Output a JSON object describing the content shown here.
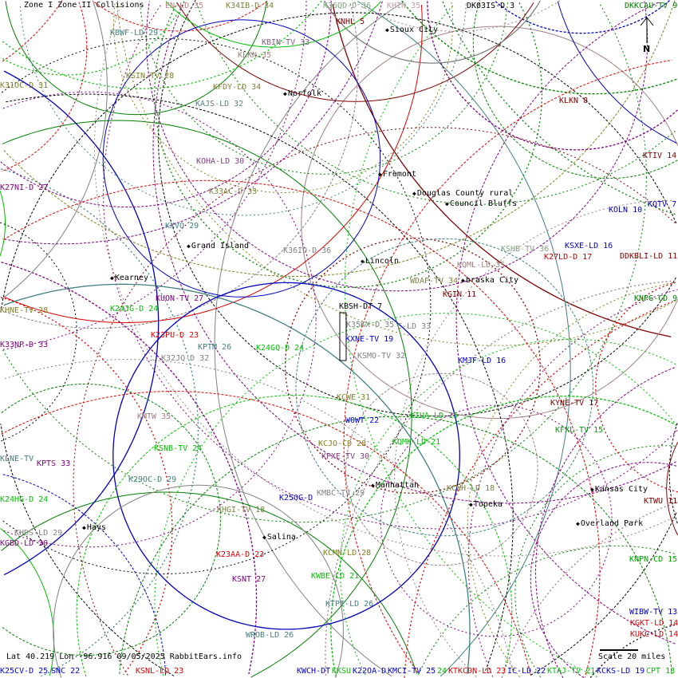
{
  "header": {
    "zone_i": "Zone I",
    "zone_ii": "Zone II Collisions"
  },
  "footer": {
    "coords": "Lat 40.219 Lon -96.916 09/05/2025 RabbitEars.info",
    "scale": "Scale 20 miles"
  },
  "north_label": "N",
  "labels": [
    {
      "text": "EN-LD 35",
      "color": "#c08080"
    },
    {
      "text": "K34IB-D 34",
      "color": "#808040"
    },
    {
      "text": "K36QD-D 36",
      "color": "#80a080"
    },
    {
      "text": "KHIN 35",
      "color": "#c0a0a0"
    },
    {
      "text": "DK03IS-D 3",
      "color": "#000000"
    },
    {
      "text": "DKKCAU-TV 9",
      "color": "#008000"
    },
    {
      "text": "KNHL 5",
      "color": "#800000"
    },
    {
      "text": "KBWF-LD 29",
      "color": "#408080"
    },
    {
      "text": "KBIN-TV 33",
      "color": "#806080"
    },
    {
      "text": "KLKN 35",
      "color": "#a08080"
    },
    {
      "text": "KSIN-TV 28",
      "color": "#808020"
    },
    {
      "text": "K31OC-D 31",
      "color": "#808020"
    },
    {
      "text": "KFDY-LD 34",
      "color": "#808040"
    },
    {
      "text": "KAJS-LD 32",
      "color": "#608080"
    },
    {
      "text": "KLKN 8",
      "color": "#800000"
    },
    {
      "text": "KTIV 14",
      "color": "#800000"
    },
    {
      "text": "KOHA-LD 30",
      "color": "#804080"
    },
    {
      "text": "K27NI-D 27",
      "color": "#800080"
    },
    {
      "text": "K33AC-D 33",
      "color": "#808040"
    },
    {
      "text": "KQTV 7",
      "color": "#0000c0"
    },
    {
      "text": "KOLN 10",
      "color": "#0000c0"
    },
    {
      "text": "KXVO 29",
      "color": "#408080"
    },
    {
      "text": "KSHB-TV 36",
      "color": "#80a080"
    },
    {
      "text": "KSXE-LD 16",
      "color": "#0000c0"
    },
    {
      "text": "K36IO-D 36",
      "color": "#808080"
    },
    {
      "text": "K27LD-D 17",
      "color": "#c00000"
    },
    {
      "text": "DDKBLI-LD 11",
      "color": "#800000"
    },
    {
      "text": "KQML-LD 35",
      "color": "#a08080"
    },
    {
      "text": "WDAF-TV 34",
      "color": "#808040"
    },
    {
      "text": "KGIN 11",
      "color": "#800000"
    },
    {
      "text": "KNPG-CD 9",
      "color": "#008000"
    },
    {
      "text": "KUON-TV 27",
      "color": "#800080"
    },
    {
      "text": "K24JG-D 24",
      "color": "#00c000"
    },
    {
      "text": "KHNE-TV 28",
      "color": "#808020"
    },
    {
      "text": "KBSH-DT 7",
      "color": "#000000"
    },
    {
      "text": "K35KX-D 35",
      "color": "#808080"
    },
    {
      "text": "C-LD 33",
      "color": "#808080"
    },
    {
      "text": "K23PU-D 23",
      "color": "#e00000"
    },
    {
      "text": "KXNE-TV 19",
      "color": "#0000c0"
    },
    {
      "text": "K33NP-D 33",
      "color": "#800080"
    },
    {
      "text": "KPTM 26",
      "color": "#408080"
    },
    {
      "text": "K24GQ-D 24",
      "color": "#00c000"
    },
    {
      "text": "K32JQ-D 32",
      "color": "#808080"
    },
    {
      "text": "KSMO-TV 32",
      "color": "#808080"
    },
    {
      "text": "KMJF-LD 16",
      "color": "#0000c0"
    },
    {
      "text": "KCWE 31",
      "color": "#808020"
    },
    {
      "text": "KMTW 35",
      "color": "#a08080"
    },
    {
      "text": "WOWT 22",
      "color": "#0000e0"
    },
    {
      "text": "KIUA-LD 15",
      "color": "#00c000"
    },
    {
      "text": "KYNE-TV 17",
      "color": "#800000"
    },
    {
      "text": "KQMK-LD 21",
      "color": "#00c000"
    },
    {
      "text": "KCJO-CD 28",
      "color": "#808020"
    },
    {
      "text": "KFXL-TV 15",
      "color": "#00a000"
    },
    {
      "text": "KSNB-TV 24",
      "color": "#00c000"
    },
    {
      "text": "KPXE-TV 30",
      "color": "#804080"
    },
    {
      "text": "KLNE-TV",
      "color": "#408080"
    },
    {
      "text": "KPTS 33",
      "color": "#800080"
    },
    {
      "text": "K29OC-D 29",
      "color": "#408080"
    },
    {
      "text": "KCWH-LD 18",
      "color": "#808040"
    },
    {
      "text": "KMBC-TV 29",
      "color": "#808080"
    },
    {
      "text": "K25OG-D",
      "color": "#0000e0"
    },
    {
      "text": "K24HG-D 24",
      "color": "#00c000"
    },
    {
      "text": "KHGI-TV 18",
      "color": "#808040"
    },
    {
      "text": "KHDS-LD 29",
      "color": "#808080"
    },
    {
      "text": "KGBD-LD 30",
      "color": "#800080"
    },
    {
      "text": "KTWU 11",
      "color": "#800000"
    },
    {
      "text": "KCMN-LD 28",
      "color": "#808020"
    },
    {
      "text": "K23AA-D 23",
      "color": "#e00000"
    },
    {
      "text": "KNPN-CD 15",
      "color": "#00a000"
    },
    {
      "text": "KWBE-LD 21",
      "color": "#00c000"
    },
    {
      "text": "KSNT 27",
      "color": "#800080"
    },
    {
      "text": "KTPE-LD 26",
      "color": "#408080"
    },
    {
      "text": "WIBW-TV 13",
      "color": "#0000c0"
    },
    {
      "text": "KGKT-LD 14",
      "color": "#e00000"
    },
    {
      "text": "KUKC-LD 14",
      "color": "#e00000"
    },
    {
      "text": "WROB-LD 26",
      "color": "#408080"
    },
    {
      "text": "K25CV-D 25",
      "color": "#0000e0"
    },
    {
      "text": "SNC 22",
      "color": "#0000e0"
    },
    {
      "text": "KSNL-LD 23",
      "color": "#e00000"
    },
    {
      "text": "KWCH-DT",
      "color": "#0000c0"
    },
    {
      "text": "KKSU",
      "color": "#00c000"
    },
    {
      "text": "K22OA-D",
      "color": "#0000c0"
    },
    {
      "text": "KMCI-TV 25",
      "color": "#0000c0"
    },
    {
      "text": "24",
      "color": "#00c000"
    },
    {
      "text": "KTKCDN-LD 23",
      "color": "#e00000"
    },
    {
      "text": "IC-LD 22",
      "color": "#0000e0"
    },
    {
      "text": "KTAJ-TV 21",
      "color": "#00c000"
    },
    {
      "text": "KCKS-LD 19",
      "color": "#0000e0"
    },
    {
      "text": "CPT 18",
      "color": "#00c000"
    }
  ],
  "cities": [
    {
      "name": "Sioux City"
    },
    {
      "name": "Norfolk"
    },
    {
      "name": "Fremont"
    },
    {
      "name": "Douglas County rural"
    },
    {
      "name": "Council Bluffs"
    },
    {
      "name": "Grand Island"
    },
    {
      "name": "Lincoln"
    },
    {
      "name": "braska City"
    },
    {
      "name": "Kearney"
    },
    {
      "name": "Manhattan"
    },
    {
      "name": "Topeka"
    },
    {
      "name": "Kansas City"
    },
    {
      "name": "Overland Park"
    },
    {
      "name": "Hays"
    },
    {
      "name": "Salina"
    }
  ],
  "colors": {
    "palette": [
      "#00c000",
      "#808020",
      "#800000",
      "#0000c0",
      "#808080",
      "#408080",
      "#800080",
      "#e00000",
      "#a08080",
      "#008000",
      "#000000"
    ]
  }
}
